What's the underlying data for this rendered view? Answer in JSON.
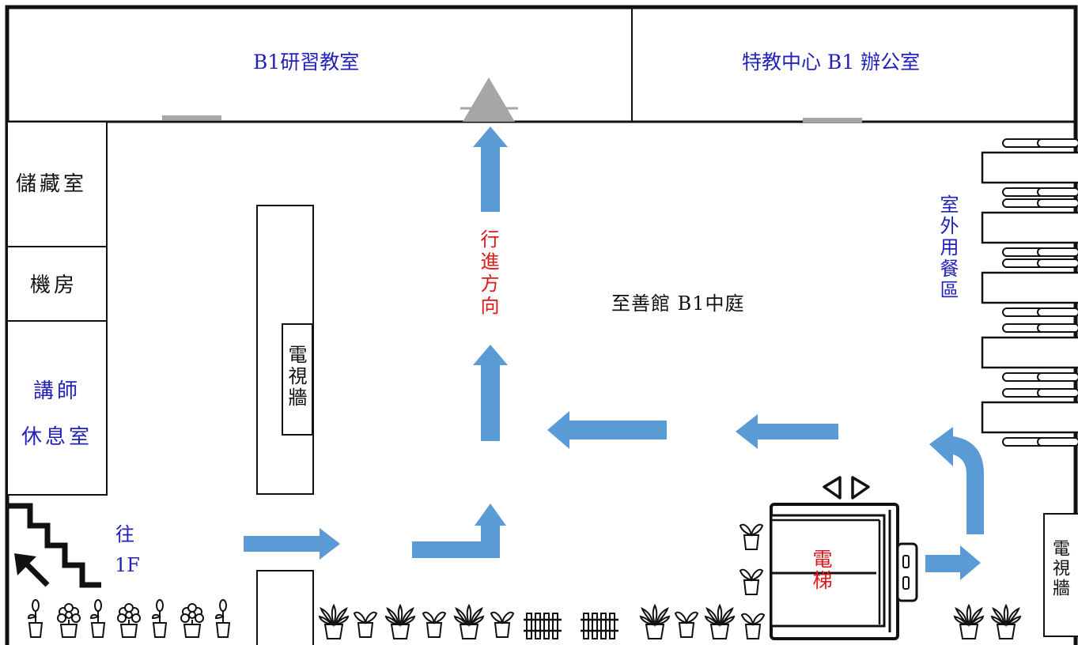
{
  "rooms": {
    "classroom": "B1研習教室",
    "office": "特教中心 B1 辦公室",
    "storage": "儲藏室",
    "machine_room": "機房",
    "lounge_line1": "講師",
    "lounge_line2": "休息室"
  },
  "walls": {
    "tv_wall_center": "電視牆",
    "tv_wall_right": "電視牆"
  },
  "labels": {
    "courtyard": "至善館 B1中庭",
    "direction": "行進方向",
    "outdoor_dining": "室外用餐區",
    "stairs_line1": "往",
    "stairs_line2": "1F",
    "elevator": "電梯"
  },
  "colors": {
    "arrow": "#5b9bd5",
    "wall": "#111111",
    "door": "#a6a6a6",
    "blue_text": "#2222bb",
    "red_text": "#e01818"
  }
}
